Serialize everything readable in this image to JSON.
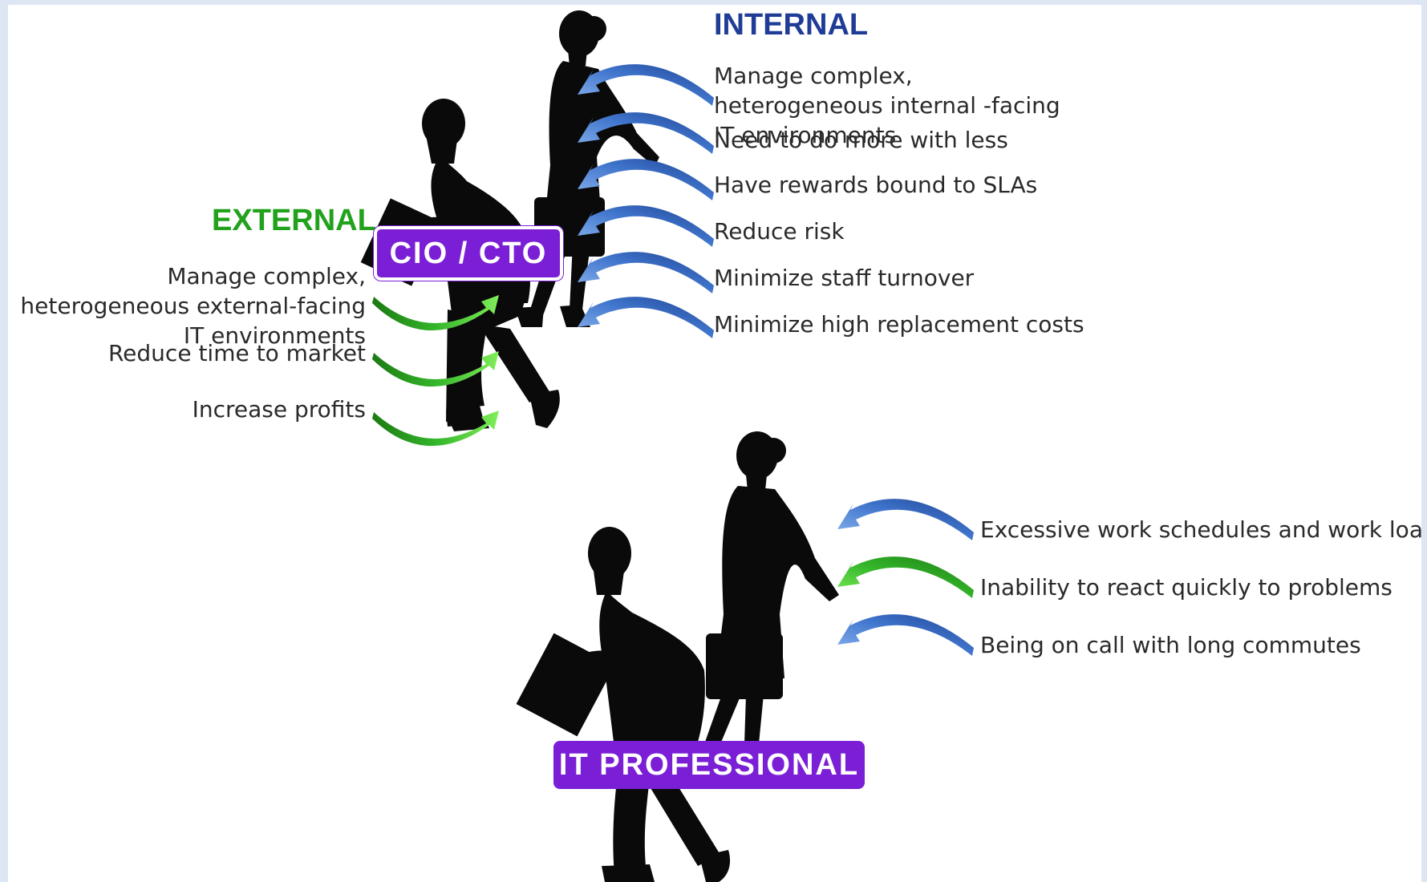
{
  "cio_group": {
    "role_label": "CIO / CTO",
    "internal": {
      "heading": "INTERNAL",
      "color": "#1f3c96",
      "arrow_color": "#4f84d8",
      "items": [
        "Manage complex, heterogeneous internal -facing IT environments",
        "Need to do more with less",
        "Have rewards bound to SLAs",
        "Reduce risk",
        "Minimize staff turnover",
        "Minimize high replacement costs"
      ]
    },
    "external": {
      "heading": "EXTERNAL",
      "color": "#22a21c",
      "arrow_color": "#3cc830",
      "items": [
        "Manage complex, heterogeneous external-facing IT environments",
        "Reduce time to market",
        "Increase profits"
      ]
    }
  },
  "it_group": {
    "role_label": "IT PROFESSIONAL",
    "items": [
      {
        "text": "Excessive work schedules and work load",
        "arrow_color": "#4f84d8"
      },
      {
        "text": "Inability to react quickly to problems",
        "arrow_color": "#3cc830"
      },
      {
        "text": "Being on call with long commutes",
        "arrow_color": "#4f84d8"
      }
    ]
  },
  "colors": {
    "badge": "#7b1fd6",
    "silhouette": "#0a0a0a",
    "background": "#dde7f3"
  }
}
